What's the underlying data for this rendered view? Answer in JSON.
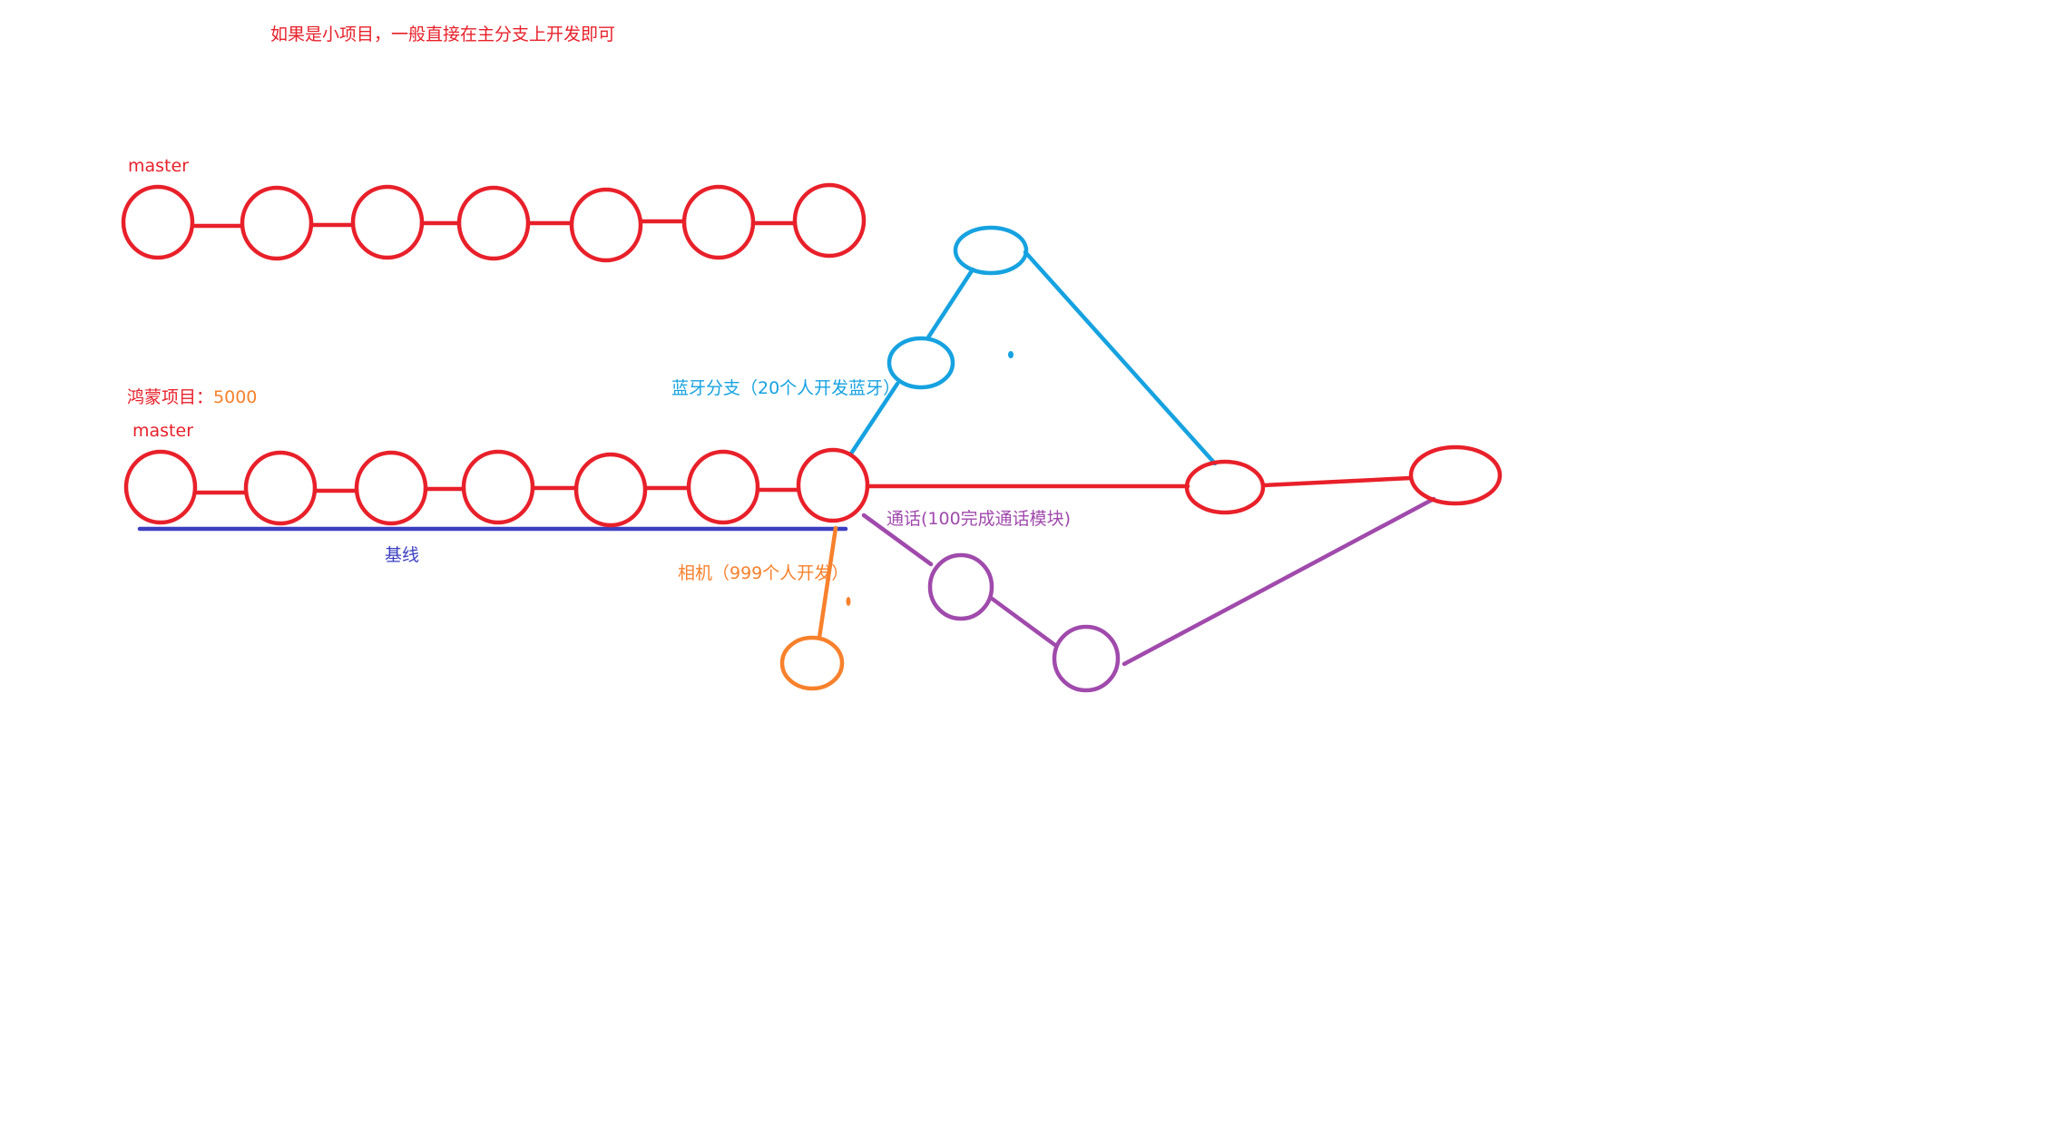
{
  "colors": {
    "red": "#e8202a",
    "blue": "#16a2e0",
    "orange": "#f7812c",
    "purple": "#a04aac",
    "baseline": "#3b3fc0"
  },
  "texts": {
    "title": "如果是小项目，一般直接在主分支上开发即可",
    "master_top": "master",
    "project_name": "鸿蒙项目：",
    "project_count": "5000",
    "master_bottom": "master",
    "baseline": "基线",
    "bluetooth_branch": "蓝牙分支（20个人开发蓝牙）",
    "call_branch": "通话(100完成通话模块)",
    "camera_branch": "相机（999个人开发）"
  }
}
